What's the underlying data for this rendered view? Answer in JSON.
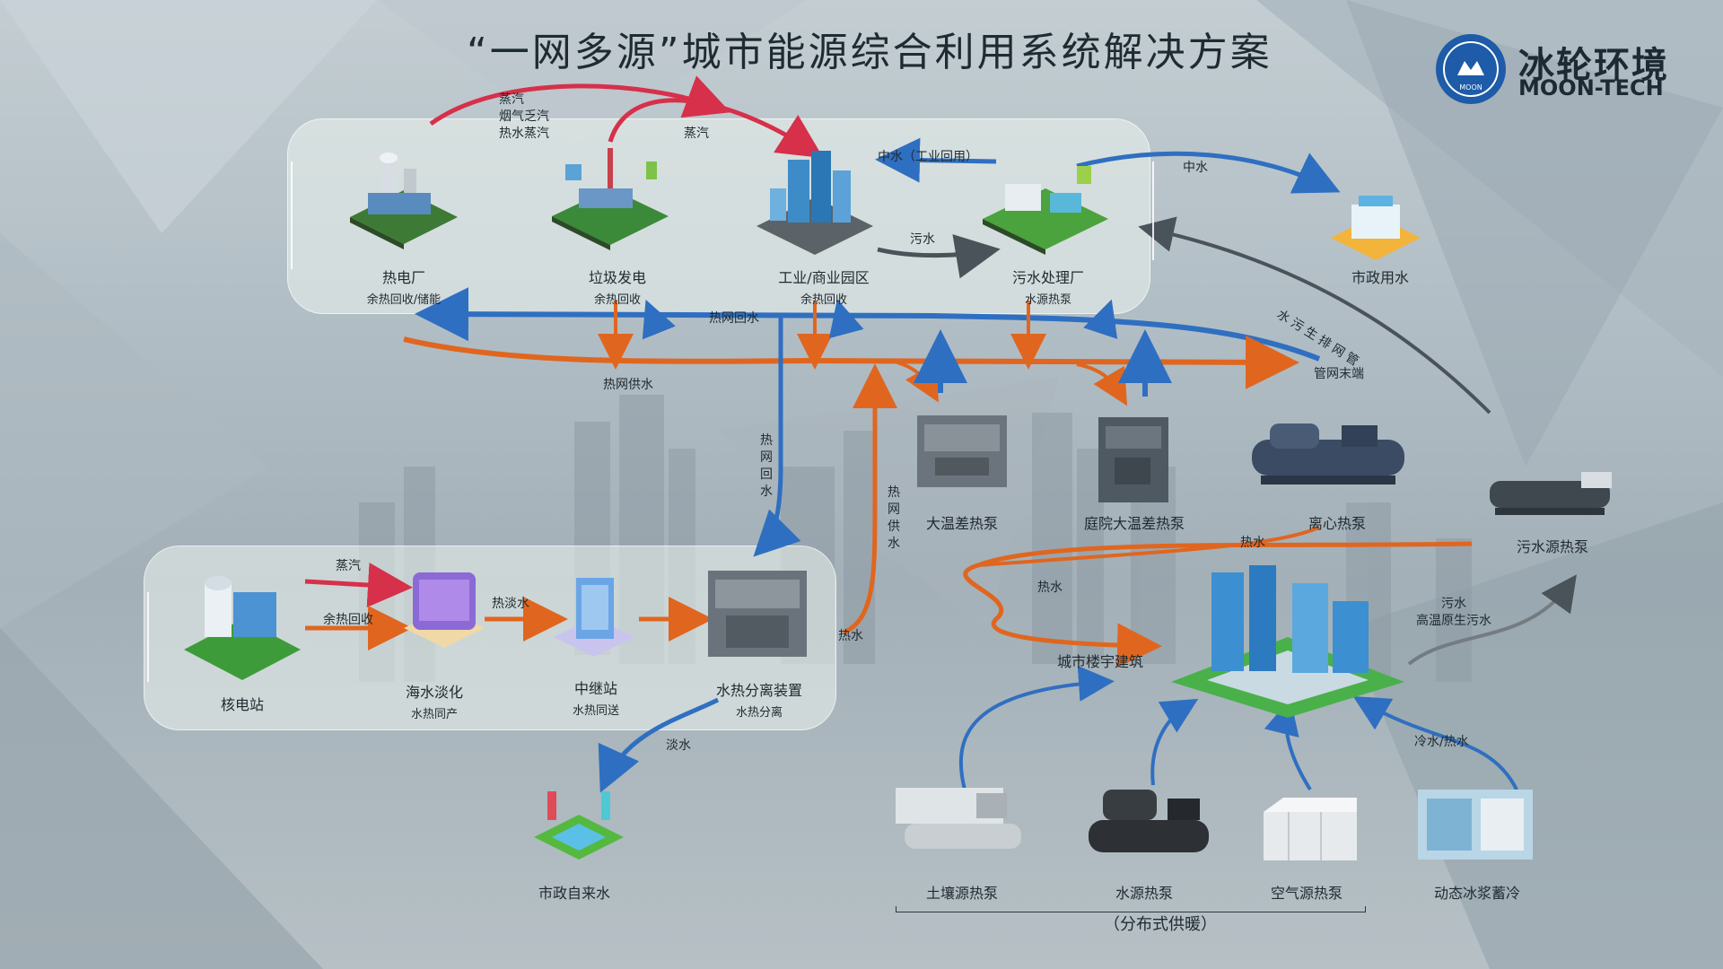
{
  "title": "“一网多源”城市能源综合利用系统解决方案",
  "logo": {
    "cn": "冰轮环境",
    "en": "MOON-TECH",
    "ring": "MOON"
  },
  "colors": {
    "hot": "#e0661f",
    "cold": "#2f6fc1",
    "gray": "#555e66",
    "brand": "#1e5ba8"
  },
  "nodes": {
    "thermal_plant": {
      "name": "热电厂",
      "sub": "余热回收/储能",
      "icon": "power-plant-icon"
    },
    "waste_power": {
      "name": "垃圾发电",
      "sub": "余热回收",
      "icon": "waste-power-icon"
    },
    "industrial_park": {
      "name": "工业/商业园区",
      "sub": "余热回收",
      "icon": "industrial-park-icon"
    },
    "sewage_plant": {
      "name": "污水处理厂",
      "sub": "水源热泵",
      "icon": "sewage-plant-icon"
    },
    "municipal_water": {
      "name": "市政用水",
      "icon": "municipal-water-icon"
    },
    "large_dt_pump": {
      "name": "大温差热泵",
      "icon": "heat-pump-icon"
    },
    "courtyard_pump": {
      "name": "庭院大温差热泵",
      "icon": "heat-pump-icon"
    },
    "centrifugal_pump": {
      "name": "离心热泵",
      "icon": "centrifugal-pump-icon"
    },
    "sewage_source_pump": {
      "name": "污水源热泵",
      "icon": "sewage-pump-icon"
    },
    "nuclear": {
      "name": "核电站",
      "icon": "nuclear-plant-icon"
    },
    "desal": {
      "name": "海水淡化",
      "sub": "水热同产",
      "icon": "desalination-icon"
    },
    "relay": {
      "name": "中继站",
      "sub": "水热同送",
      "icon": "relay-station-icon"
    },
    "separator": {
      "name": "水热分离装置",
      "sub": "水热分离",
      "icon": "separator-icon"
    },
    "tap_water": {
      "name": "市政自来水",
      "icon": "tap-water-icon"
    },
    "city_buildings": {
      "name": "城市楼宇建筑",
      "icon": "city-buildings-icon"
    },
    "soil_pump": {
      "name": "土壤源热泵",
      "icon": "soil-pump-icon"
    },
    "water_pump": {
      "name": "水源热泵",
      "icon": "water-pump-icon"
    },
    "air_pump": {
      "name": "空气源热泵",
      "icon": "air-pump-icon"
    },
    "ice_storage": {
      "name": "动态冰浆蓄冷",
      "icon": "ice-storage-icon"
    }
  },
  "flows": {
    "steam_top": "蒸汽\n烟气乏汽\n热水蒸汽",
    "steam_mid": "蒸汽",
    "reclaim_water": "中水（工业回用）",
    "reclaim_water_2": "中水",
    "sewage": "污水",
    "sewage_network": "水污生排网管",
    "hot_return": "热网回水",
    "hot_supply": "热网供水",
    "pipe_end": "管网末端",
    "hot_return_v": "热网回水",
    "hot_supply_v": "热网供水",
    "hot_water_1": "热水",
    "hot_water_2": "热水",
    "hot_water_3": "热水",
    "steam_nuclear": "蒸汽",
    "waste_heat": "余热回收",
    "hot_fresh": "热淡水",
    "fresh_water": "淡水",
    "sewage_right": "污水\n高温原生污水",
    "cool_hot": "冷水/热水"
  },
  "distributed": "（分布式供暖）"
}
